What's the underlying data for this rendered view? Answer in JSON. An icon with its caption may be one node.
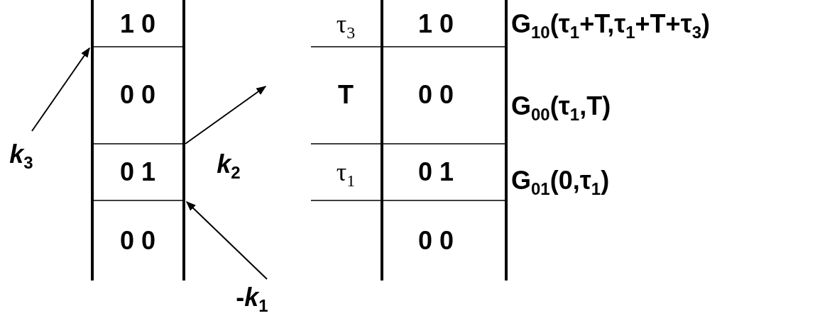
{
  "diagram": {
    "labels": [
      "1 0",
      "τ$_{3}$",
      "1 0",
      "G$_{10}$(τ$_{1}$+T,τ$_{1}$+T+τ$_{3}$)",
      "0 0",
      "T",
      "0 0",
      "G$_{00}$(τ$_{1}$,T)",
      "*k*$_{3}$",
      "0 1",
      "*k*$_{2}$",
      "τ$_{1}$",
      "0 1",
      "G$_{01}$(0,τ$_{1}$)",
      "0 0",
      "0 0",
      "-*k*$_{1}$"
    ]
  }
}
